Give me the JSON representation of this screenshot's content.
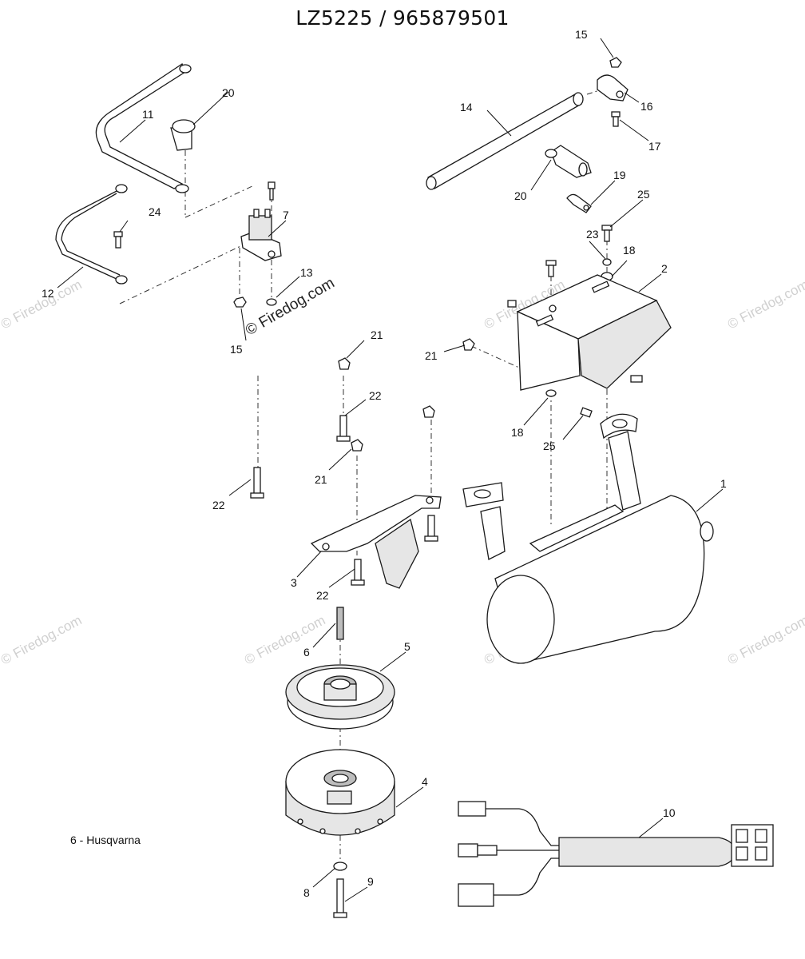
{
  "title": "LZ5225 / 965879501",
  "note": "6 - Husqvarna",
  "watermark": "© Firedog.com",
  "callouts": {
    "c1": "1",
    "c2": "2",
    "c3": "3",
    "c4": "4",
    "c5": "5",
    "c6": "6",
    "c7": "7",
    "c8": "8",
    "c9": "9",
    "c10": "10",
    "c11": "11",
    "c12": "12",
    "c13": "13",
    "c14": "14",
    "c15a": "15",
    "c15b": "15",
    "c16": "16",
    "c17": "17",
    "c18a": "18",
    "c18b": "18",
    "c19": "19",
    "c20a": "20",
    "c20b": "20",
    "c21a": "21",
    "c21b": "21",
    "c21c": "21",
    "c22a": "22",
    "c22b": "22",
    "c22c": "22",
    "c23": "23",
    "c24": "24",
    "c25a": "25",
    "c25b": "25"
  }
}
